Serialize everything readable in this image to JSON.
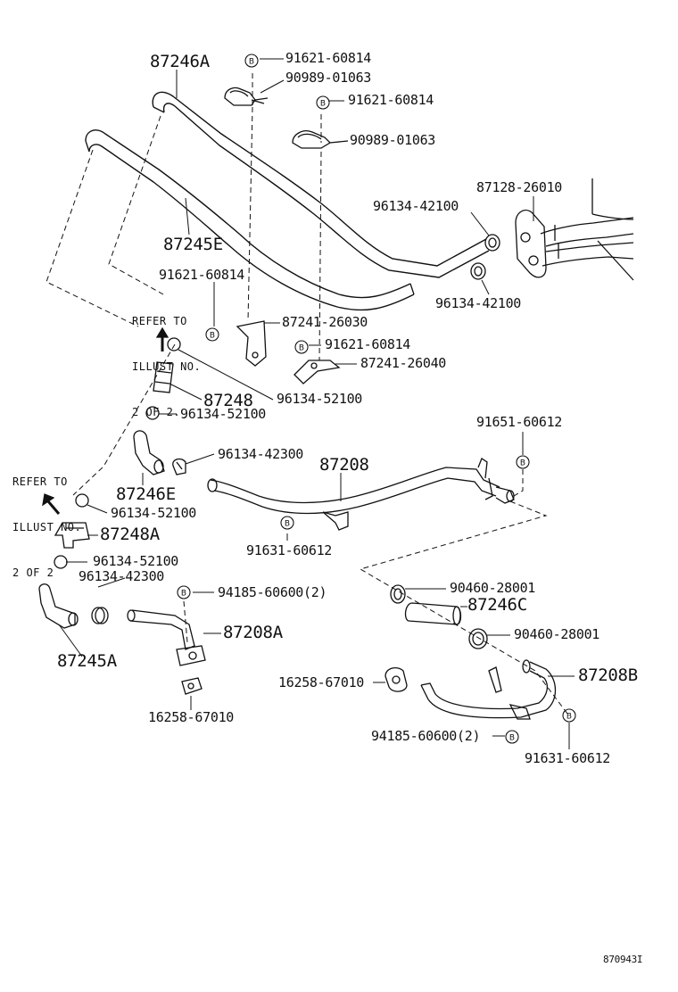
{
  "diagram_id": "870943I",
  "refer_note_lines": [
    "REFER TO",
    "ILLUST NO.",
    "2 OF 2."
  ],
  "refer_note_lines_b": [
    "REFER TO",
    "ILLUST NO.",
    "2 OF 2"
  ],
  "part_marker": "B",
  "labels": {
    "p87246A": "87246A",
    "p87245E": "87245E",
    "p91621_a": "91621-60814",
    "p90989_a": "90989-01063",
    "p91621_b": "91621-60814",
    "p90989_b": "90989-01063",
    "p87128": "87128-26010",
    "p96134_421_a": "96134-42100",
    "p96134_421_b": "96134-42100",
    "p91621_c": "91621-60814",
    "p87241_26030": "87241-26030",
    "p91621_d": "91621-60814",
    "p87241_26040": "87241-26040",
    "p87248": "87248",
    "p96134_521_a": "96134-52100",
    "p96134_521_b": "96134-52100",
    "p91651": "91651-60612",
    "p96134_423_a": "96134-42300",
    "p87208": "87208",
    "p87246E": "87246E",
    "p96134_521_c": "96134-52100",
    "p91631_a": "91631-60612",
    "p87248A": "87248A",
    "p96134_521_d": "96134-52100",
    "p96134_423_b": "96134-42300",
    "p94185_a": "94185-60600(2)",
    "p90460_a": "90460-28001",
    "p87246C": "87246C",
    "p87208A": "87208A",
    "p90460_b": "90460-28001",
    "p87245A": "87245A",
    "p16258_a": "16258-67010",
    "p87208B": "87208B",
    "p16258_b": "16258-67010",
    "p94185_b": "94185-60600(2)",
    "p91631_b": "91631-60612"
  }
}
